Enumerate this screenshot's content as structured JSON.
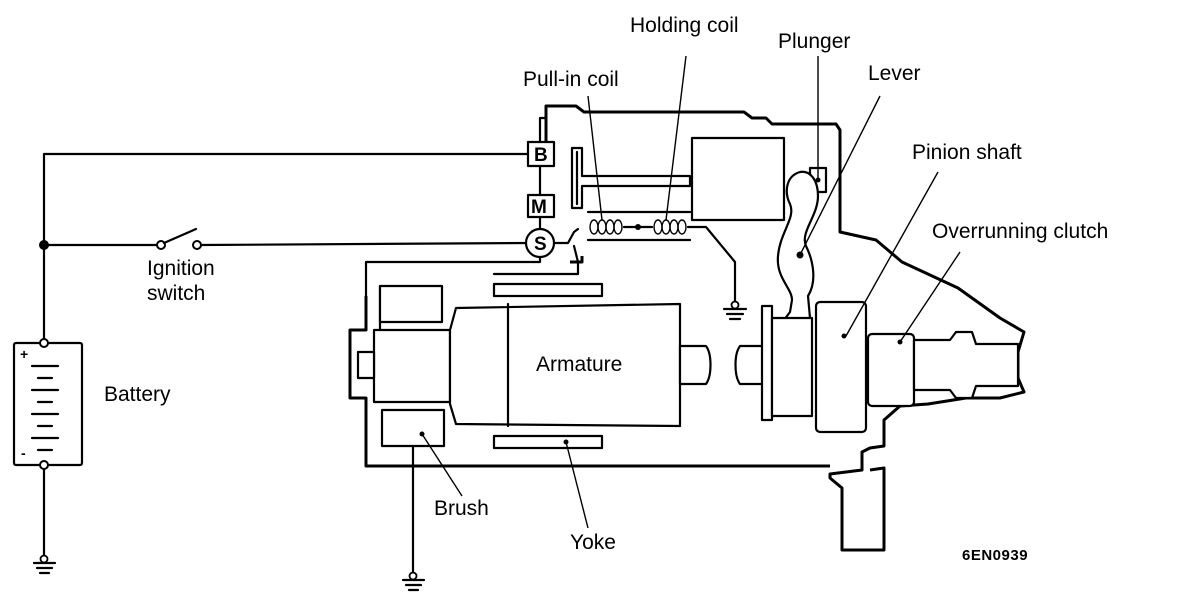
{
  "diagram": {
    "labels": {
      "holding_coil": "Holding coil",
      "plunger": "Plunger",
      "pull_in_coil": "Pull-in coil",
      "lever": "Lever",
      "pinion_shaft": "Pinion shaft",
      "overrunning_clutch": "Overrunning clutch",
      "ignition_switch_line1": "Ignition",
      "ignition_switch_line2": "switch",
      "battery": "Battery",
      "armature": "Armature",
      "brush": "Brush",
      "yoke": "Yoke",
      "figure_code": "6EN0939"
    },
    "terminals": {
      "b": "B",
      "m": "M",
      "s": "S"
    },
    "battery_polarity": {
      "positive": "+",
      "negative": "-"
    }
  }
}
